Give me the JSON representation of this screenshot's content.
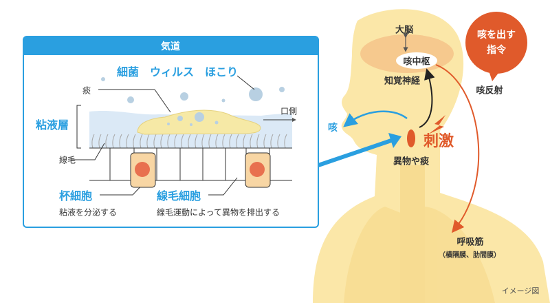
{
  "colors": {
    "accent_blue": "#2a9fe0",
    "accent_red": "#e05a2b",
    "skin": "#fbe7a8",
    "brain": "#f6c98e"
  },
  "airway": {
    "title": "気道",
    "pathogens": "細菌　ウィルス　ほこり",
    "phlegm": "痰",
    "mucus_layer": "粘液層",
    "mouth_side": "口側",
    "cilia": "線毛",
    "goblet_cell": "杯細胞",
    "goblet_desc": "粘液を分泌する",
    "ciliated_cell": "線毛細胞",
    "ciliated_desc": "線毛運動によって異物を排出する"
  },
  "body": {
    "cerebrum": "大脳",
    "cough_center": "咳中枢",
    "sensory_nerve": "知覚神経",
    "command_bubble": [
      "咳を出す",
      "指令"
    ],
    "cough_reflex": "咳反射",
    "cough": "咳",
    "stimulus": "刺激",
    "foreign_matter": "異物や痰",
    "respiratory_muscles": "呼吸筋",
    "muscles_detail": "（横隔膜、肋間膜）",
    "image_note": "イメージ図"
  }
}
